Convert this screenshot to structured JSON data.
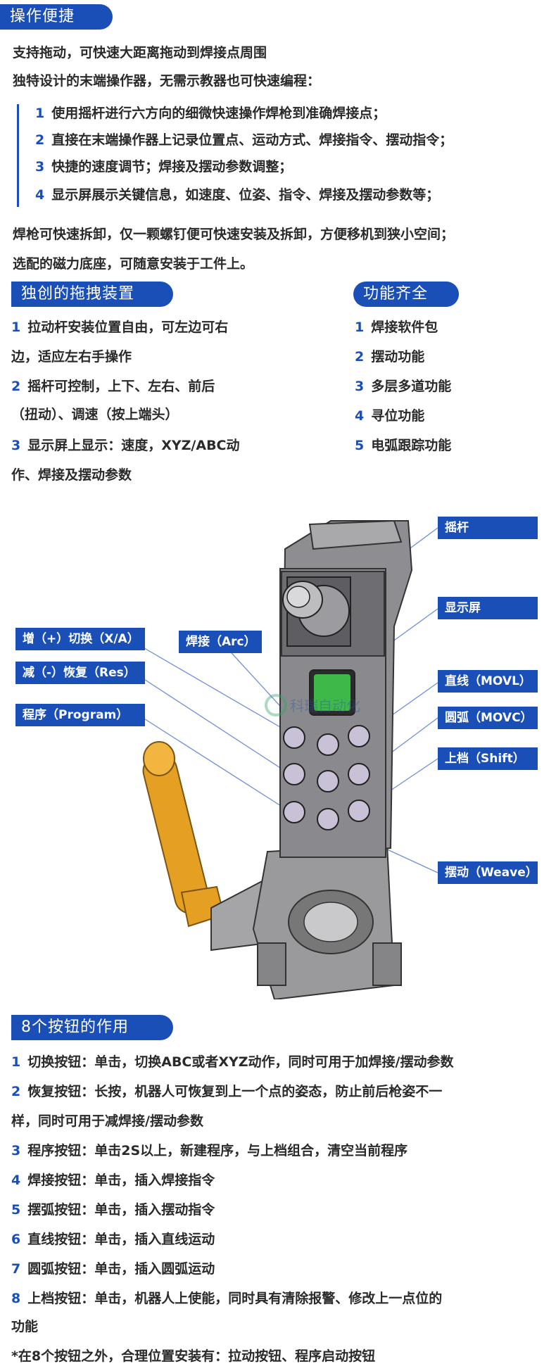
{
  "section1": {
    "title": "操作便捷",
    "lines": [
      "支持拖动，可快速大距离拖动到焊接点周围",
      "独特设计的末端操作器，无需示教器也可快速编程："
    ],
    "list": [
      {
        "num": "1",
        "text": "使用摇杆进行六方向的细微快速操作焊枪到准确焊接点；"
      },
      {
        "num": "2",
        "text": "直接在末端操作器上记录位置点、运动方式、焊接指令、摆动指令；"
      },
      {
        "num": "3",
        "text": "快捷的速度调节；焊接及摆动参数调整；"
      },
      {
        "num": "4",
        "text": "显示屏展示关键信息，如速度、位姿、指令、焊接及摆动参数等；"
      }
    ],
    "after": [
      "焊枪可快速拆卸，仅一颗螺钉便可快速安装及拆卸，方便移机到狭小空间；",
      "选配的磁力底座，可随意安装于工件上。"
    ]
  },
  "section2": {
    "title": "独创的拖拽装置",
    "items": [
      {
        "num": "1",
        "line1": "拉动杆安装位置自由，可左边可右",
        "line2": "边，适应左右手操作"
      },
      {
        "num": "2",
        "line1": "摇杆可控制，上下、左右、前后",
        "line2": "（扭动）、调速（按上端头）"
      },
      {
        "num": "3",
        "line1": "显示屏上显示：速度，XYZ/ABC动",
        "line2": "作、焊接及摆动参数"
      }
    ]
  },
  "section3": {
    "title": "功能齐全",
    "items": [
      {
        "num": "1",
        "text": "焊接软件包"
      },
      {
        "num": "2",
        "text": "摆动功能"
      },
      {
        "num": "3",
        "text": "多层多道功能"
      },
      {
        "num": "4",
        "text": "寻位功能"
      },
      {
        "num": "5",
        "text": "电弧跟踪功能"
      }
    ]
  },
  "diagram": {
    "callouts": {
      "joystick": "摇杆",
      "screen": "显示屏",
      "inc_switch": "增（+）切换（X/A）",
      "weld": "焊接（Arc）",
      "dec_restore": "减（-）恢复（Res）",
      "program": "程序（Program）",
      "movl": "直线（MOVL）",
      "movc": "圆弧（MOVC）",
      "shift": "上档（Shift）",
      "weave": "摆动（Weave）"
    },
    "watermark": "科瑞自动化",
    "colors": {
      "accent": "#1a4fb8",
      "body": "#8e8e92",
      "screen": "#3fb84a",
      "handle": "#e09a1a"
    }
  },
  "section4": {
    "title": "8个按钮的作用",
    "items": [
      {
        "num": "1",
        "text": "切换按钮：单击，切换ABC或者XYZ动作，同时可用于加焊接/摆动参数"
      },
      {
        "num": "2",
        "text": "恢复按钮：长按，机器人可恢复到上一个点的姿态，防止前后枪姿不一",
        "cont": "样，同时可用于减焊接/摆动参数"
      },
      {
        "num": "3",
        "text": "程序按钮：单击2S以上，新建程序，与上档组合，清空当前程序"
      },
      {
        "num": "4",
        "text": "焊接按钮：单击，插入焊接指令"
      },
      {
        "num": "5",
        "text": "摆弧按钮：单击，插入摆动指令"
      },
      {
        "num": "6",
        "text": "直线按钮：单击，插入直线运动"
      },
      {
        "num": "7",
        "text": "圆弧按钮：单击，插入圆弧运动"
      },
      {
        "num": "8",
        "text": "上档按钮：单击，机器人上使能，同时具有清除报警、修改上一点位的",
        "cont": "功能"
      }
    ],
    "note": "*在8个按钮之外，合理位置安装有：拉动按钮、程序启动按钮"
  }
}
